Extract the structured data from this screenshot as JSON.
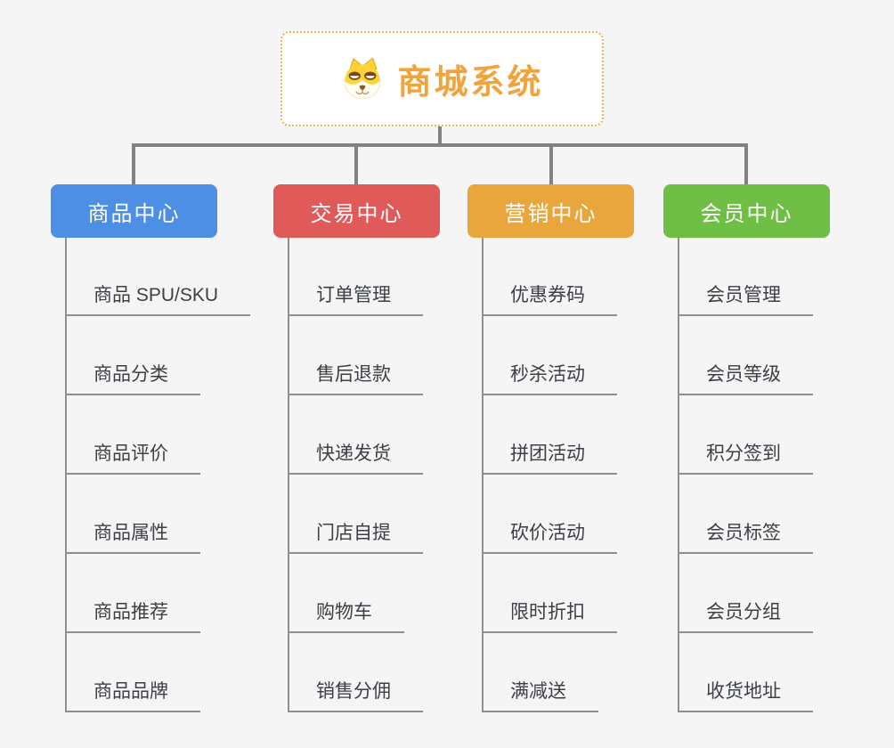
{
  "background_color": "#F5F5F6",
  "connector_color": "#828282",
  "subline_color": "#8F8F8F",
  "root": {
    "title": "商城系统",
    "icon": "dog-face-icon",
    "text_color": "#F2A43C",
    "border_color": "#F3B04E",
    "background": "#FFFFFF"
  },
  "branches": [
    {
      "label": "商品中心",
      "color": "#4D8FE4",
      "items": [
        "商品 SPU/SKU",
        "商品分类",
        "商品评价",
        "商品属性",
        "商品推荐",
        "商品品牌"
      ]
    },
    {
      "label": "交易中心",
      "color": "#E15A5A",
      "items": [
        "订单管理",
        "售后退款",
        "快递发货",
        "门店自提",
        "购物车",
        "销售分佣"
      ]
    },
    {
      "label": "营销中心",
      "color": "#E9A63D",
      "items": [
        "优惠券码",
        "秒杀活动",
        "拼团活动",
        "砍价活动",
        "限时折扣",
        "满减送"
      ]
    },
    {
      "label": "会员中心",
      "color": "#6FBE45",
      "items": [
        "会员管理",
        "会员等级",
        "积分签到",
        "会员标签",
        "会员分组",
        "收货地址"
      ]
    }
  ]
}
